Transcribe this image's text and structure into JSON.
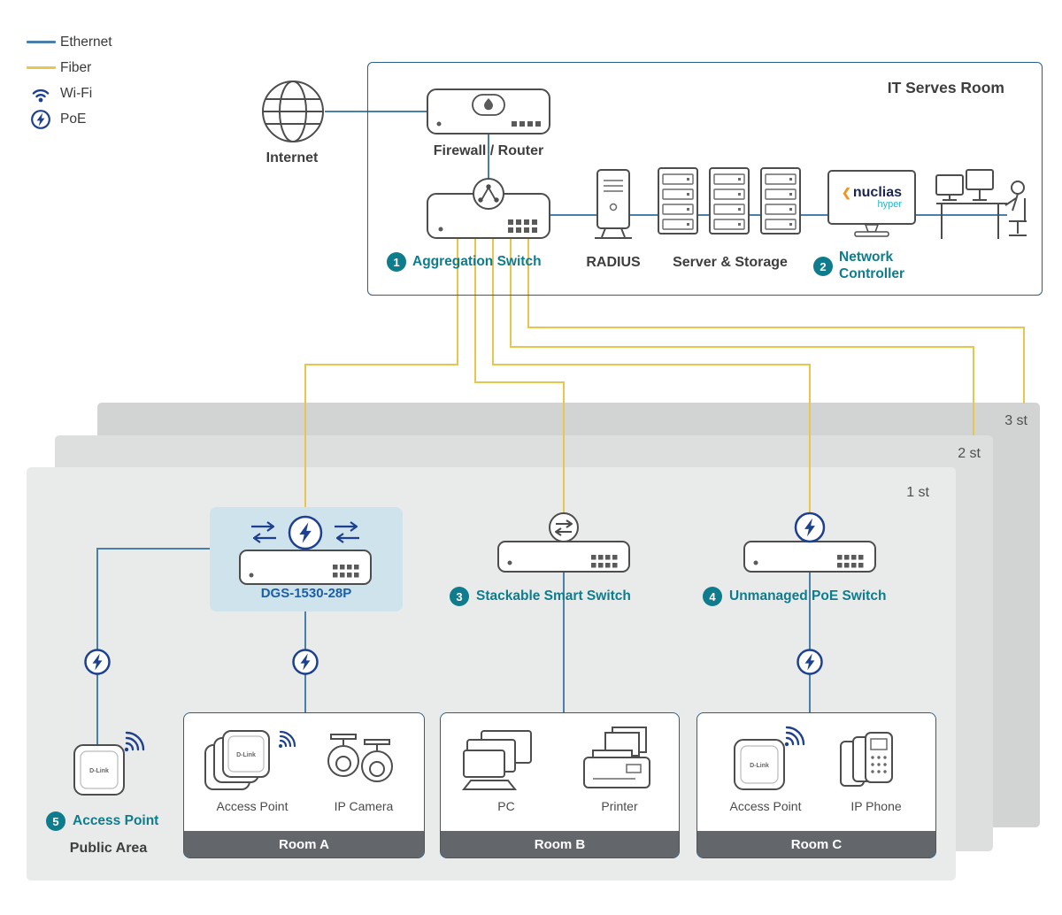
{
  "colors": {
    "ethernet": "#4a7fa9",
    "fiber": "#e7c64d",
    "teal_accent": "#0e7c8c",
    "poe_blue": "#1e418f",
    "device_outline": "#4d4d4d",
    "room_bar": "#63666b",
    "it_room_border": "#2b5f8a",
    "dgs_highlight": "#cfe3ec",
    "dgs_label_blue": "#1d5fa7",
    "floor1": "#e9ebeb",
    "floor2": "#dddfdf",
    "floor3": "#d2d4d4",
    "nuclias_navy": "#1b2550",
    "nuclias_teal": "#29b2c6",
    "nuclias_orange": "#f29422"
  },
  "legend": {
    "items": [
      {
        "label": "Ethernet"
      },
      {
        "label": "Fiber"
      },
      {
        "label": "Wi-Fi"
      },
      {
        "label": "PoE"
      }
    ]
  },
  "it_room": {
    "title": "IT Serves Room",
    "internet": "Internet",
    "firewall": "Firewall / Router",
    "aggregation_num": "1",
    "aggregation": "Aggregation Switch",
    "radius": "RADIUS",
    "servers": "Server & Storage",
    "controller_num": "2",
    "controller_line1": "Network",
    "controller_line2": "Controller",
    "nuclias_mark": "❮",
    "nuclias_brand": "nuclias",
    "nuclias_sub": "hyper"
  },
  "floors": {
    "f1": "1 st",
    "f2": "2 st",
    "f3": "3 st"
  },
  "switches": {
    "dgs_label": "DGS-1530-28P",
    "stackable_num": "3",
    "stackable": "Stackable Smart Switch",
    "unmanaged_num": "4",
    "unmanaged": "Unmanaged PoE Switch"
  },
  "public_area": {
    "num": "5",
    "ap_label": "Access Point",
    "label": "Public Area"
  },
  "rooms": {
    "a": {
      "name": "Room A",
      "device1": "Access Point",
      "device2": "IP Camera"
    },
    "b": {
      "name": "Room B",
      "device1": "PC",
      "device2": "Printer"
    },
    "c": {
      "name": "Room C",
      "device1": "Access Point",
      "device2": "IP Phone"
    }
  },
  "brand": {
    "dlink": "D-Link"
  }
}
